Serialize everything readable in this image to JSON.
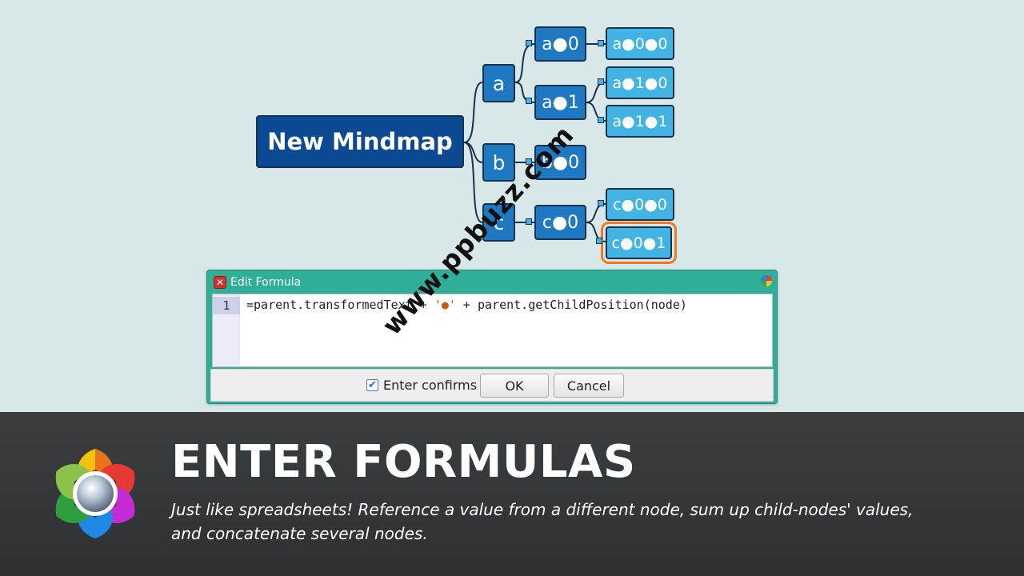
{
  "mindmap": {
    "root": "New Mindmap",
    "nodes": {
      "a": "a",
      "b": "b",
      "c": "c",
      "a0": "a●0",
      "a1": "a●1",
      "b0": "b●0",
      "c0": "c●0",
      "a00": "a●0●0",
      "a10": "a●1●0",
      "a11": "a●1●1",
      "c00": "c●0●0",
      "c01": "c●0●1"
    },
    "selected_node": "c●0●1"
  },
  "dialog": {
    "title": "Edit Formula",
    "line_number": "1",
    "formula_part1": "=parent.transformedText + ",
    "formula_string": "'●'",
    "formula_part2": " + parent.getChildPosition(node)",
    "enter_confirms_label": "Enter confirms",
    "enter_confirms_checked": true,
    "ok_label": "OK",
    "cancel_label": "Cancel"
  },
  "watermark": "www.ppbuzz.com",
  "banner": {
    "headline": "ENTER FORMULAS",
    "subtext": "Just like spreadsheets! Reference a value from a different node, sum up child-nodes' values, and concatenate several nodes."
  },
  "colors": {
    "canvas_bg": "#d8e7e8",
    "root_node": "#0b4a92",
    "branch_node": "#1f79c2",
    "leaf_node": "#42b4e3",
    "selection": "#f07a1c",
    "dialog_frame": "#2fae98",
    "banner_bg": "#353839"
  }
}
